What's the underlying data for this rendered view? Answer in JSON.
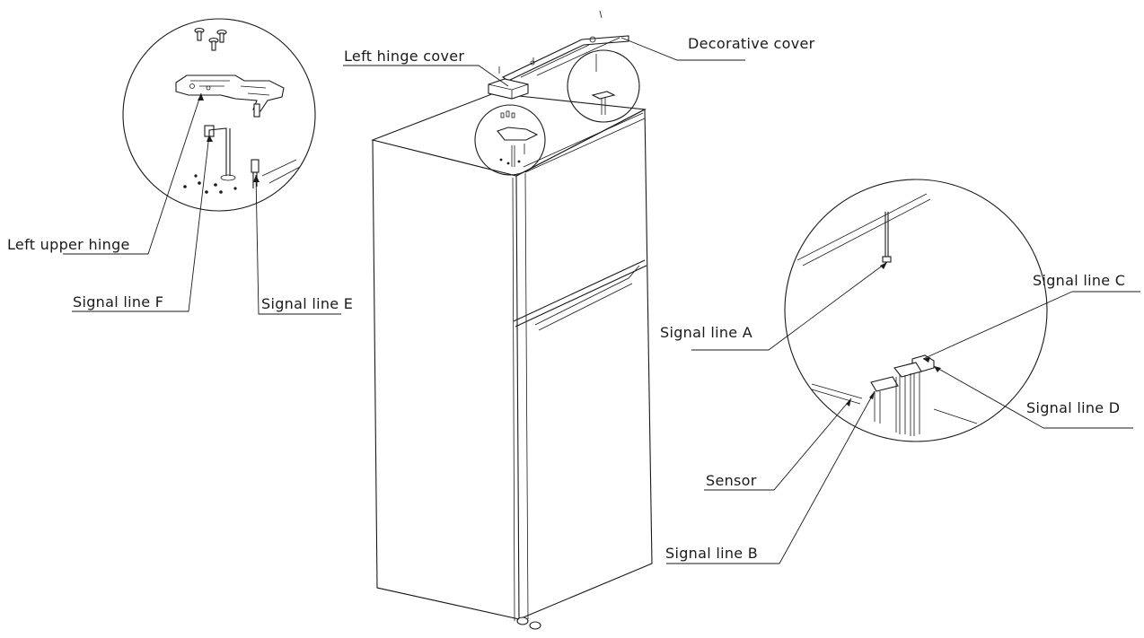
{
  "labels": {
    "left_hinge_cover": "Left hinge cover",
    "decorative_cover": "Decorative cover",
    "left_upper_hinge": "Left upper hinge",
    "signal_line_f": "Signal line F",
    "signal_line_e": "Signal line E",
    "signal_line_a": "Signal line A",
    "signal_line_c": "Signal line C",
    "signal_line_d": "Signal line D",
    "sensor": "Sensor",
    "signal_line_b": "Signal line B"
  }
}
